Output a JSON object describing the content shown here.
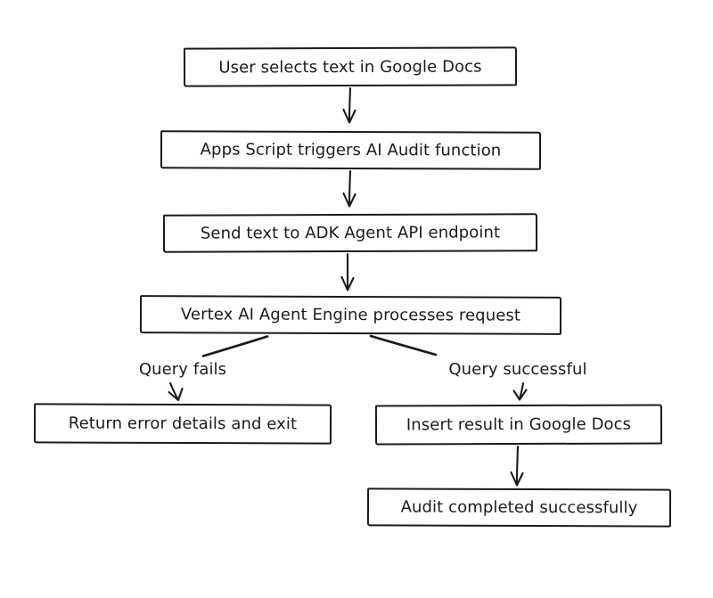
{
  "canvas": {
    "background": "#ffffff",
    "stroke_color": "#1b1b1b",
    "text_color": "#1b1b1b"
  },
  "diagram": {
    "type": "flowchart",
    "style": "hand-drawn",
    "nodes": [
      {
        "id": "start",
        "label": "User selects text in Google Docs"
      },
      {
        "id": "trigger",
        "label": "Apps Script triggers AI Audit function"
      },
      {
        "id": "send",
        "label": "Send text to ADK Agent API endpoint"
      },
      {
        "id": "process",
        "label": "Vertex AI Agent Engine processes request"
      },
      {
        "id": "error",
        "label": "Return error details and exit"
      },
      {
        "id": "insert",
        "label": "Insert result in Google Docs"
      },
      {
        "id": "done",
        "label": "Audit completed successfully"
      }
    ],
    "edges": [
      {
        "from": "start",
        "to": "trigger",
        "label": ""
      },
      {
        "from": "trigger",
        "to": "send",
        "label": ""
      },
      {
        "from": "send",
        "to": "process",
        "label": ""
      },
      {
        "from": "process",
        "to": "error",
        "label": "Query fails"
      },
      {
        "from": "process",
        "to": "insert",
        "label": "Query successful"
      },
      {
        "from": "insert",
        "to": "done",
        "label": ""
      }
    ]
  }
}
